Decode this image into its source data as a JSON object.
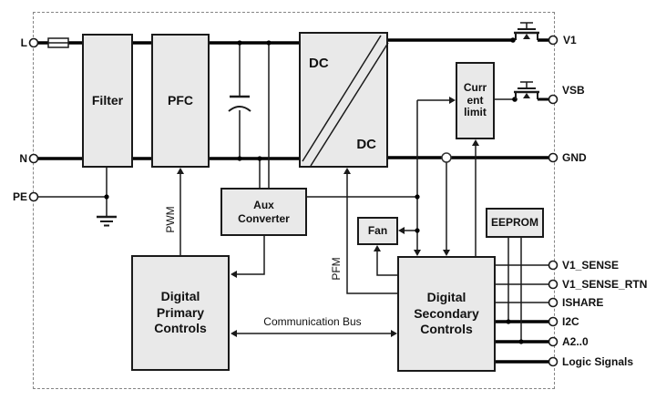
{
  "blocks": {
    "filter": {
      "label": "Filter"
    },
    "pfc": {
      "label": "PFC"
    },
    "dcdc": {
      "label_input": "DC",
      "label_output": "DC"
    },
    "aux": {
      "line1": "Aux",
      "line2": "Converter"
    },
    "current_limit": {
      "line1": "Curr",
      "line2": "ent",
      "line3": "limit"
    },
    "fan": {
      "label": "Fan"
    },
    "eeprom": {
      "label": "EEPROM"
    },
    "primary": {
      "line1": "Digital",
      "line2": "Primary",
      "line3": "Controls"
    },
    "secondary": {
      "line1": "Digital",
      "line2": "Secondary",
      "line3": "Controls"
    }
  },
  "terminals": {
    "left": [
      {
        "label": "L"
      },
      {
        "label": "N"
      },
      {
        "label": "PE"
      }
    ],
    "right": [
      {
        "label": "V1"
      },
      {
        "label": "VSB"
      },
      {
        "label": "GND"
      },
      {
        "label": "V1_SENSE"
      },
      {
        "label": "V1_SENSE_RTN"
      },
      {
        "label": "ISHARE"
      },
      {
        "label": "I2C"
      },
      {
        "label": "A2..0"
      },
      {
        "label": "Logic Signals"
      }
    ]
  },
  "signals": {
    "pwm": "PWM",
    "pfm": "PFM",
    "comm_bus": "Communication Bus"
  },
  "colors": {
    "block_fill": "#e9e9e9",
    "block_border": "#1a1a1a",
    "wire": "#000000",
    "thin_wire": "#1a1a1a",
    "enclosure_dash": "#858585"
  }
}
